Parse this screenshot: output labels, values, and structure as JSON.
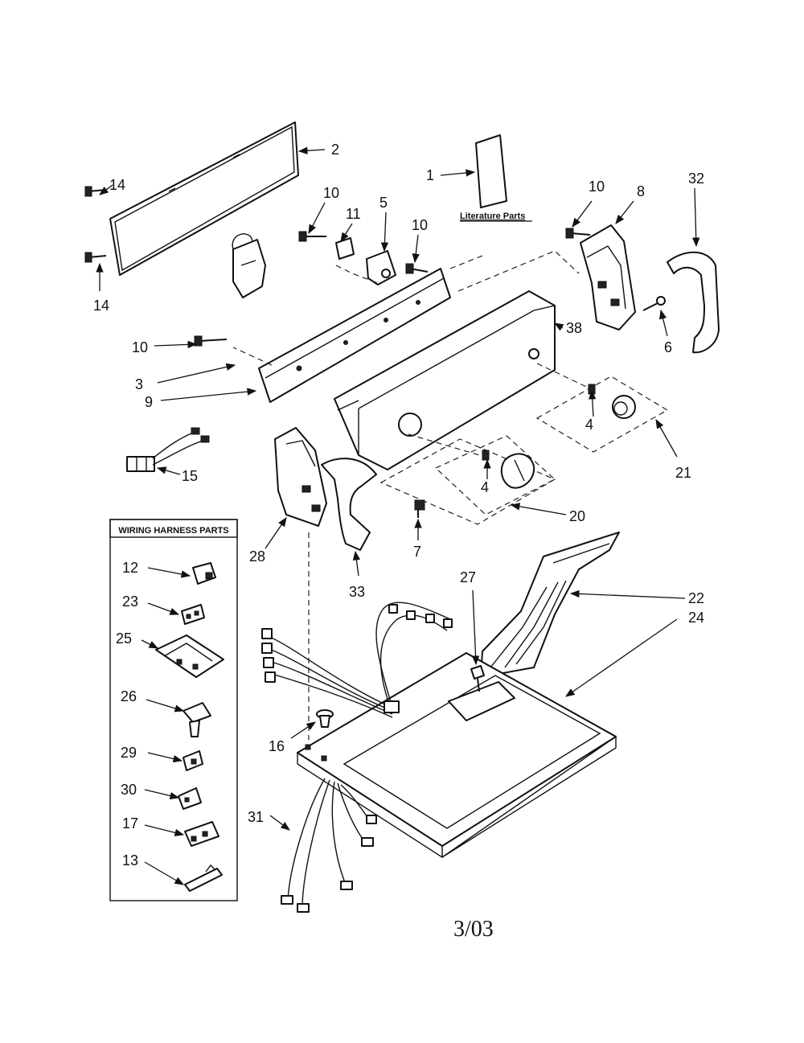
{
  "date_code": "3/03",
  "literature_label": "Literature Parts",
  "wiring_box_title": "WIRING HARNESS PARTS",
  "callouts": [
    {
      "id": "c1",
      "text": "1"
    },
    {
      "id": "c2",
      "text": "2"
    },
    {
      "id": "c3",
      "text": "3"
    },
    {
      "id": "c4a",
      "text": "4"
    },
    {
      "id": "c4b",
      "text": "4"
    },
    {
      "id": "c5",
      "text": "5"
    },
    {
      "id": "c6",
      "text": "6"
    },
    {
      "id": "c7",
      "text": "7"
    },
    {
      "id": "c8",
      "text": "8"
    },
    {
      "id": "c9",
      "text": "9"
    },
    {
      "id": "c10a",
      "text": "10"
    },
    {
      "id": "c10b",
      "text": "10"
    },
    {
      "id": "c10c",
      "text": "10"
    },
    {
      "id": "c10d",
      "text": "10"
    },
    {
      "id": "c11",
      "text": "11"
    },
    {
      "id": "c12",
      "text": "12"
    },
    {
      "id": "c13",
      "text": "13"
    },
    {
      "id": "c14a",
      "text": "14"
    },
    {
      "id": "c14b",
      "text": "14"
    },
    {
      "id": "c15",
      "text": "15"
    },
    {
      "id": "c16",
      "text": "16"
    },
    {
      "id": "c17",
      "text": "17"
    },
    {
      "id": "c20",
      "text": "20"
    },
    {
      "id": "c21",
      "text": "21"
    },
    {
      "id": "c22",
      "text": "22"
    },
    {
      "id": "c23",
      "text": "23"
    },
    {
      "id": "c24",
      "text": "24"
    },
    {
      "id": "c25",
      "text": "25"
    },
    {
      "id": "c26",
      "text": "26"
    },
    {
      "id": "c27",
      "text": "27"
    },
    {
      "id": "c28",
      "text": "28"
    },
    {
      "id": "c29",
      "text": "29"
    },
    {
      "id": "c30",
      "text": "30"
    },
    {
      "id": "c31",
      "text": "31"
    },
    {
      "id": "c32",
      "text": "32"
    },
    {
      "id": "c33",
      "text": "33"
    },
    {
      "id": "c38",
      "text": "38"
    }
  ]
}
